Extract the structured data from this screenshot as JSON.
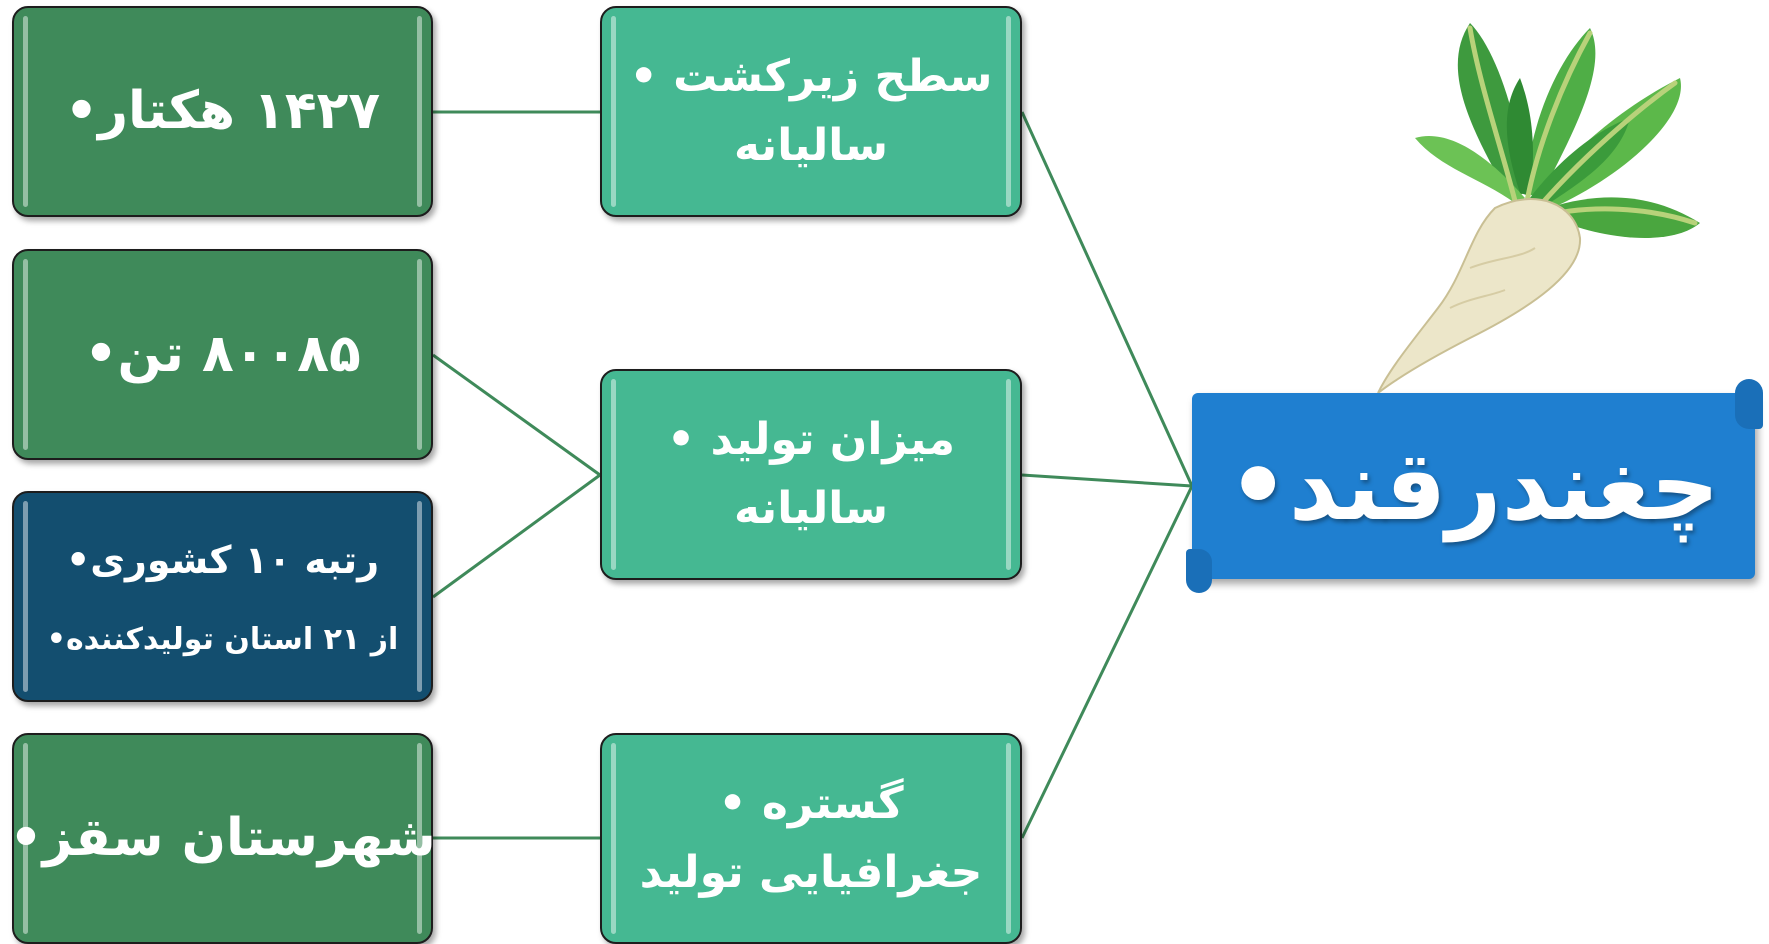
{
  "title": "چغندرقند•",
  "categories": [
    {
      "lines": [
        "سطح زیرکشت •",
        "سالیانه"
      ]
    },
    {
      "lines": [
        "میزان تولید •",
        "سالیانه"
      ]
    },
    {
      "lines": [
        "گستره •",
        "جغرافیایی تولید"
      ]
    }
  ],
  "values": {
    "area": "۱۴۲۷ هکتار•",
    "production": "۸۰۰۸۵ تن•",
    "rank_line1": "رتبه ۱۰ کشوری•",
    "rank_line2": "از ۲۱ استان تولیدکننده•",
    "region": "شهرستان سقز•"
  },
  "colors": {
    "value_green": "#3f8a5a",
    "value_navy": "#134e6f",
    "category_teal": "#45b892",
    "title_blue": "#1f7fd0",
    "connector": "#3f8a5a"
  },
  "illustration": "sugar-beet-image"
}
